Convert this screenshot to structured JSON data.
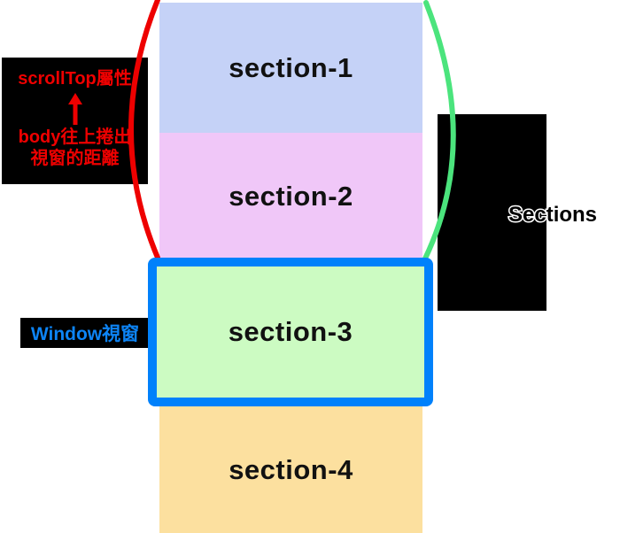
{
  "diagram": {
    "title_context": "scrollTop viewport diagram",
    "scroll_annotation": {
      "title": "scrollTop屬性",
      "arrow_icon": "up-arrow",
      "line1": "body往上捲出",
      "line2": "視窗的距離"
    },
    "window_label": "Window視窗",
    "right_label": "Sections",
    "sections": [
      {
        "label": "section-1",
        "color": "#c5d2f7"
      },
      {
        "label": "section-2",
        "color": "#f0c7f8"
      },
      {
        "label": "section-3",
        "color": "#ccfbc2"
      },
      {
        "label": "section-4",
        "color": "#fce09f"
      }
    ],
    "colors": {
      "viewport_border": "#0081fb",
      "annotation_text": "#ee0000",
      "window_label_text": "#0d84f5",
      "left_arc": "#ee0000",
      "right_arc": "#4be47d",
      "label_plate_background": "#000000",
      "section_label_text": "#111111"
    }
  }
}
